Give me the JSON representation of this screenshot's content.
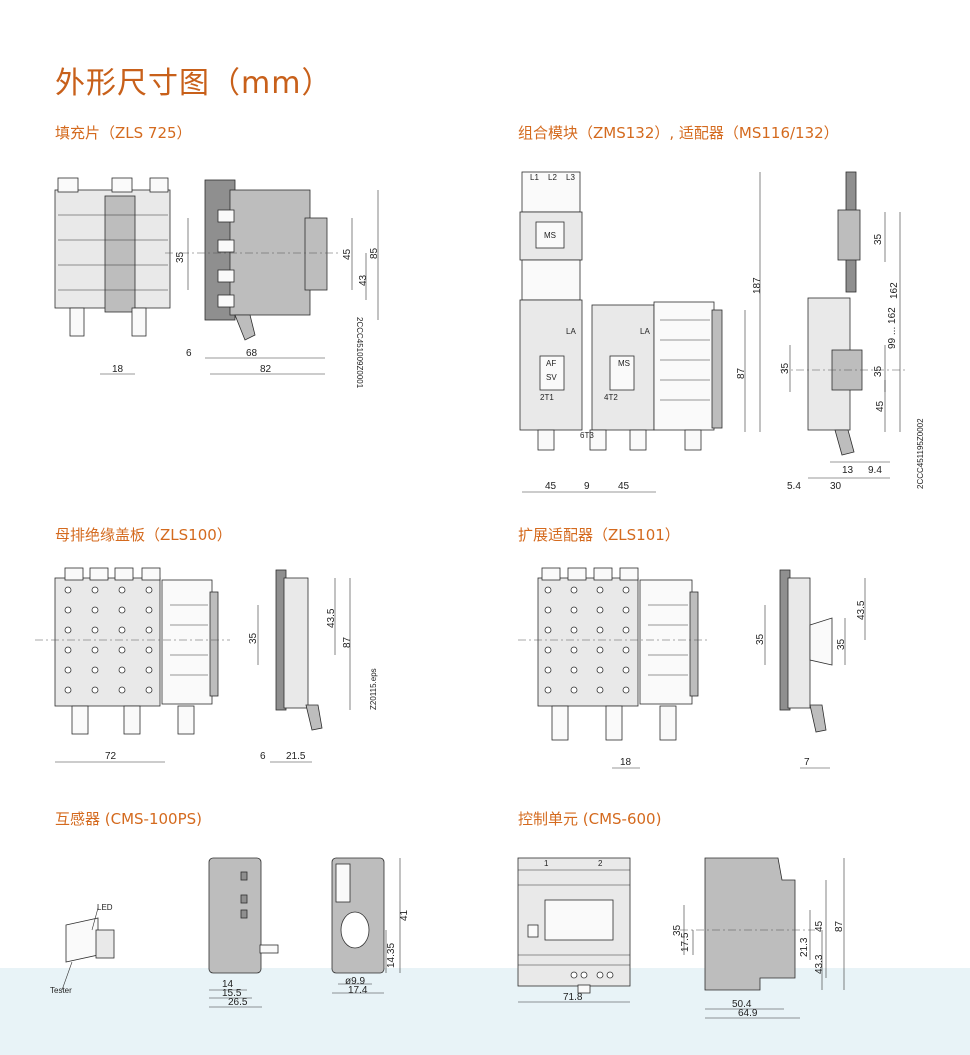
{
  "page": {
    "title": "外形尺寸图（mm）"
  },
  "sections": {
    "filler": {
      "title": "填充片（ZLS 725）",
      "dims": [
        "35",
        "45",
        "43",
        "85",
        "6",
        "68",
        "82",
        "18"
      ],
      "code": "2CCC451009Z0001"
    },
    "module": {
      "title": "组合模块（ZMS132）, 适配器（MS116/132）",
      "dims": [
        "187",
        "87",
        "45",
        "9",
        "45",
        "35",
        "162",
        "99 ... 162",
        "35",
        "45",
        "35",
        "13",
        "9.4",
        "5.4",
        "30"
      ],
      "code": "2CCC451195Z0002",
      "labels": [
        "L1",
        "L2",
        "L3",
        "AF",
        "SV",
        "LA",
        "LA",
        "MS",
        "MS",
        "2T1",
        "4T2",
        "6T3"
      ]
    },
    "busbar": {
      "title": "母排绝缘盖板（ZLS100）",
      "dims": [
        "72",
        "35",
        "43.5",
        "87",
        "6",
        "21.5"
      ],
      "code": "Z20115.eps"
    },
    "adapter": {
      "title": "扩展适配器（ZLS101）",
      "dims": [
        "18",
        "35",
        "43.5",
        "35",
        "7"
      ]
    },
    "transformer": {
      "title": "互感器 (CMS-100PS)",
      "dims": [
        "14",
        "15.5",
        "26.5",
        "41",
        "14.35",
        "ø9.9",
        "17.4"
      ],
      "labels": {
        "led": "LED",
        "tester": "Tester"
      }
    },
    "control": {
      "title": "控制单元 (CMS-600)",
      "dims": [
        "71.8",
        "35",
        "17.5",
        "21.3",
        "43.3",
        "45",
        "87",
        "50.4",
        "64.9"
      ],
      "terminals": [
        "1",
        "2"
      ]
    }
  },
  "colors": {
    "title": "#c8601a",
    "section": "#d46a1e",
    "band": "#e8f3f7",
    "part": "#bdbdbd"
  }
}
